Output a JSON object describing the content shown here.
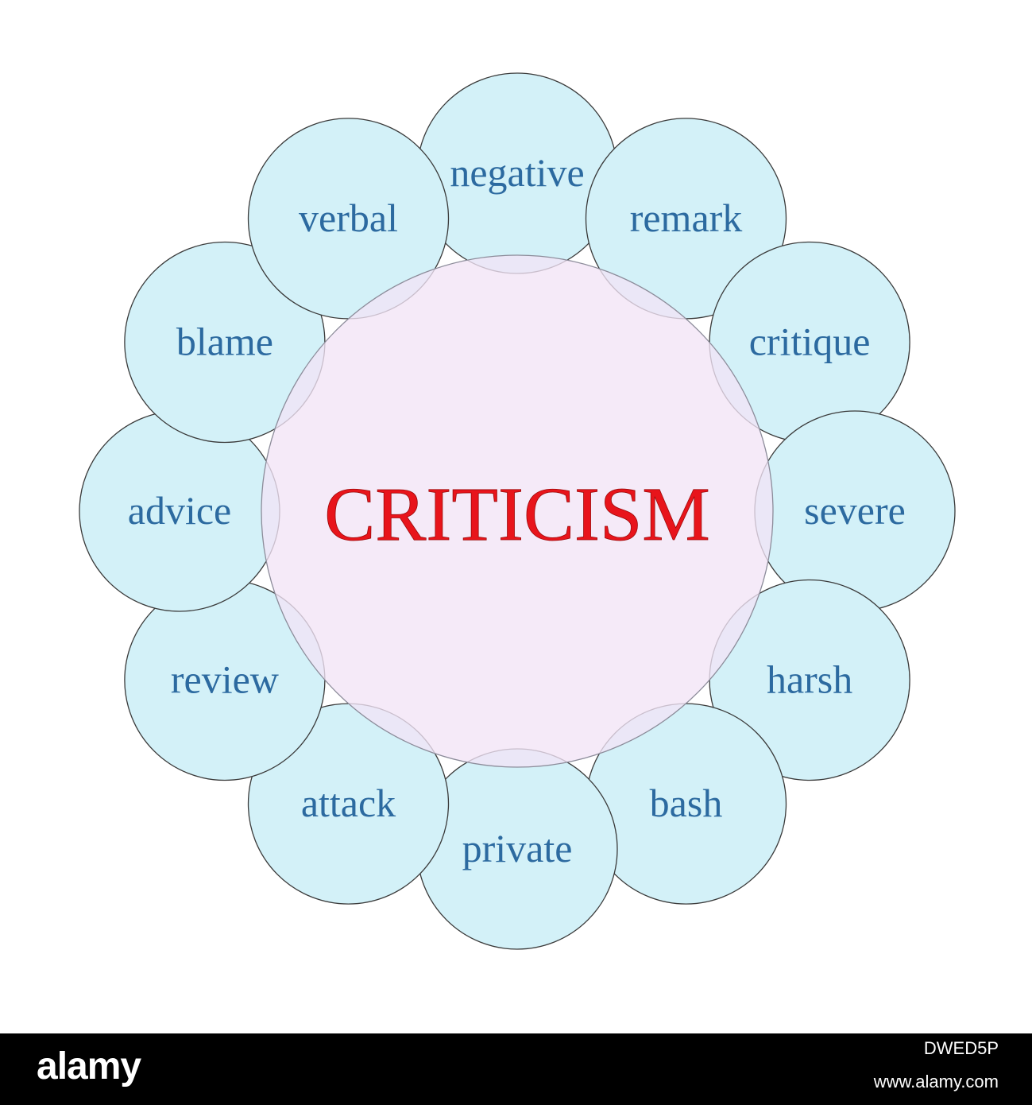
{
  "diagram": {
    "center": {
      "label": "CRITICISM"
    },
    "nodes": [
      {
        "label": "negative"
      },
      {
        "label": "remark"
      },
      {
        "label": "critique"
      },
      {
        "label": "severe"
      },
      {
        "label": "harsh"
      },
      {
        "label": "bash"
      },
      {
        "label": "private"
      },
      {
        "label": "attack"
      },
      {
        "label": "review"
      },
      {
        "label": "advice"
      },
      {
        "label": "blame"
      },
      {
        "label": "verbal"
      }
    ]
  },
  "footer": {
    "logo": "alamy",
    "image_id": "DWED5P",
    "url": "www.alamy.com"
  },
  "colors": {
    "outer_fill": "#d3f1f8",
    "center_fill": "#f2e4f6",
    "outer_text": "#2c6aa0",
    "center_text": "#e8141b",
    "footer_bg": "#000000"
  }
}
